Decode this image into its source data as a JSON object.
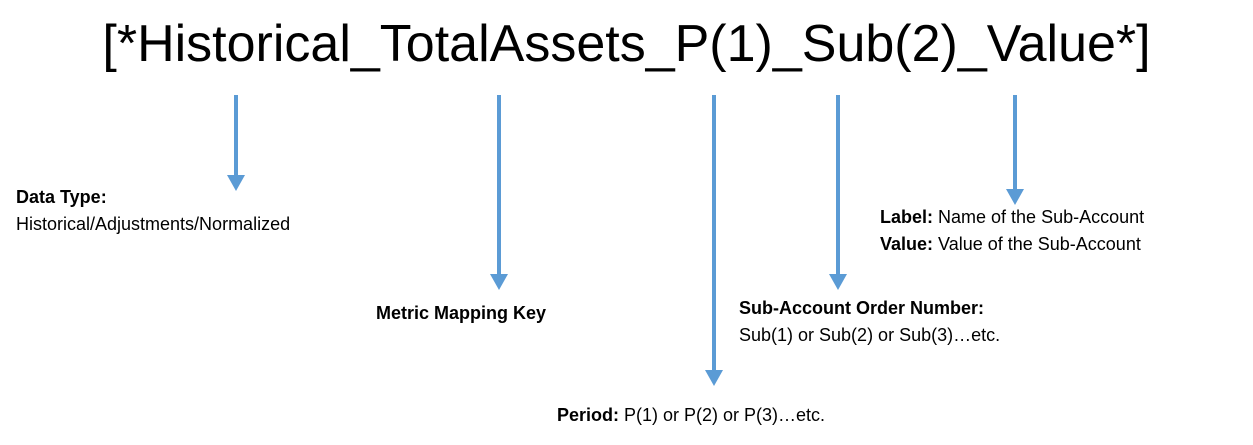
{
  "formula": {
    "text": "[*Historical_TotalAssets_P(1)_Sub(2)_Value*]"
  },
  "colors": {
    "arrow": "#5b9bd5",
    "text": "#000000"
  },
  "annotations": {
    "data_type": {
      "title": "Data Type:",
      "detail": "Historical/Adjustments/Normalized"
    },
    "metric_mapping_key": {
      "title": "Metric Mapping Key"
    },
    "period": {
      "title": "Period:",
      "detail": " P(1) or P(2) or P(3)…etc."
    },
    "sub_account_order": {
      "title": "Sub-Account Order Number:",
      "detail": "Sub(1) or Sub(2) or Sub(3)…etc."
    },
    "label_value": {
      "label_title": "Label:",
      "label_detail": " Name of the Sub-Account",
      "value_title": "Value:",
      "value_detail": " Value of the Sub-Account"
    }
  }
}
